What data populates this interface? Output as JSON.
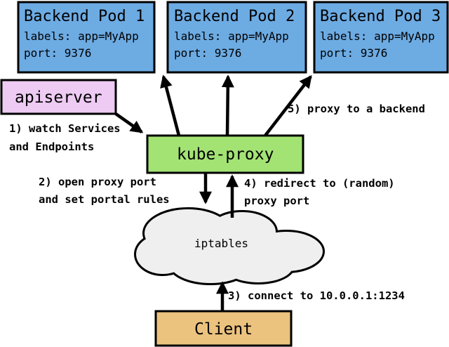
{
  "colors": {
    "background": "#ffffff",
    "pod": "#6dabe3",
    "apiserver": "#edcbf2",
    "kube_proxy": "#a3e374",
    "client": "#ebc27e",
    "cloud": "#efefef",
    "line": "#000000"
  },
  "nodes": {
    "pod1": {
      "title": "Backend Pod 1",
      "labels": "labels: app=MyApp",
      "port": "port: 9376"
    },
    "pod2": {
      "title": "Backend Pod 2",
      "labels": "labels: app=MyApp",
      "port": "port: 9376"
    },
    "pod3": {
      "title": "Backend Pod 3",
      "labels": "labels: app=MyApp",
      "port": "port: 9376"
    },
    "apiserver": {
      "label": "apiserver"
    },
    "kube_proxy": {
      "label": "kube-proxy"
    },
    "iptables": {
      "label": "iptables"
    },
    "client": {
      "label": "Client"
    }
  },
  "steps": {
    "step1": {
      "line1": "1) watch Services",
      "line2": "and Endpoints"
    },
    "step2": {
      "line1": "2) open proxy port",
      "line2": "and set portal rules"
    },
    "step3": {
      "line1": "3) connect to 10.0.0.1:1234"
    },
    "step4": {
      "line1": "4) redirect to (random)",
      "line2": "proxy port"
    },
    "step5": {
      "line1": "5) proxy to a backend"
    }
  }
}
